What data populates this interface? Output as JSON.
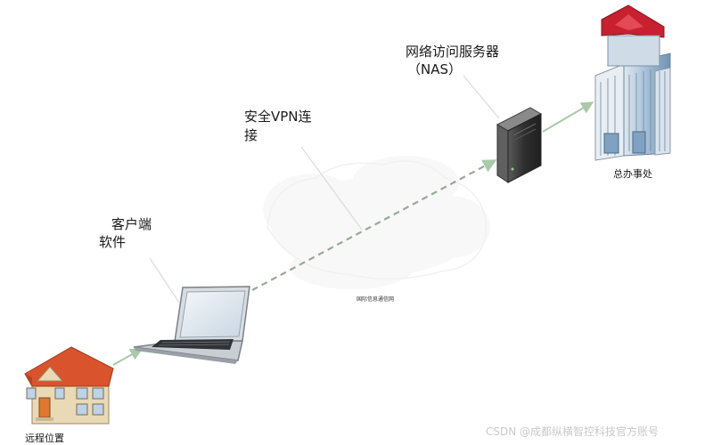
{
  "labels": {
    "nas_title": "网络访问服务器",
    "nas_subtitle": "（NAS）",
    "vpn_line1": "安全VPN连",
    "vpn_line2": "接",
    "client_line1": "客户端",
    "client_line2": "软件",
    "headquarters": "总办事处",
    "remote_location": "远程位置",
    "internet_cloud": "国际信息通信网",
    "watermark": "CSDN @成都纵横智控科技官方账号"
  },
  "colors": {
    "connector": "#a9c9a9",
    "vpn_dashes": "#9aa79a",
    "house_roof": "#d9532c",
    "house_wall": "#ead9b5",
    "server_body": "#3d3d3d",
    "building_roof": "#c8202e",
    "building_body": "#8fb3cf"
  },
  "icons": [
    "house-icon",
    "laptop-icon",
    "server-icon",
    "office-building-icon",
    "cloud-icon"
  ]
}
